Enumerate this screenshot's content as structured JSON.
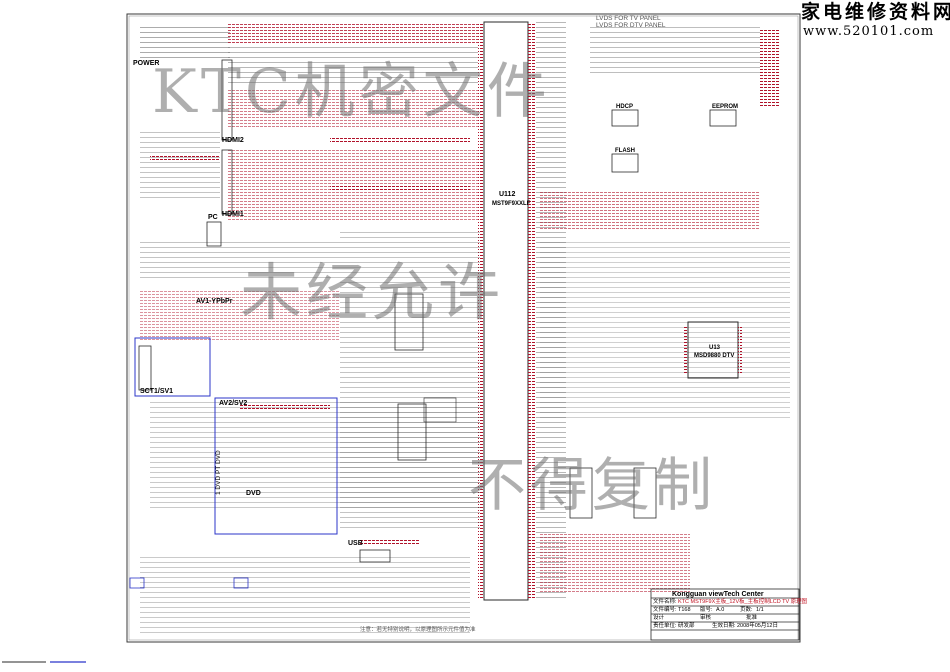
{
  "site": {
    "name_cn": "家电维修资料网",
    "url": "www.520101.com"
  },
  "watermarks": [
    "KTC机密文件",
    "未经允许",
    "不得复制"
  ],
  "blocks": {
    "power": "POWER",
    "hdmi2": "HDMI2",
    "hdmi1": "HDMI1",
    "pc": "PC",
    "av1": "AV1-YPbPr",
    "scart": "SCT1/SV1",
    "av2": "AV2/SV2",
    "dvd": "DVD",
    "usb": "USB",
    "dvd_side": "1 DVD PT DVD",
    "main_ic": "U112",
    "main_ic_part": "MST9F9XXLF",
    "soc": "U13",
    "soc_part": "MSD9880 DTV",
    "hdcp": "HDCP",
    "flash": "FLASH",
    "eeprom": "EEPROM",
    "lvds_note1": "LVDS FOR TV PANEL",
    "lvds_note2": "LVDS FOR DTV PANEL"
  },
  "title_block": {
    "company": "Kongguan viewTech Center",
    "row1_label": "文件名称:",
    "row1_value": "KTC  MST9F9X主板_12V板_主板控制LCD TV 原理图",
    "row2_label": "文件编号:",
    "row2_value": "T168",
    "row2b_label": "版号:",
    "row2b_value": "A.0",
    "row2c_label": "页数:",
    "row2c_value": "1/1",
    "row3_label": "设计",
    "row3b_label": "审核",
    "row3c_label": "批准",
    "row4_label": "责任单位:",
    "row4_value": "研发部",
    "row4b_label": "生效日期:",
    "row4b_value": "2008年05月12日"
  },
  "bottom_note": "注意：若无特别说明，以原理图所示元件值为准",
  "colors": {
    "wire": "#2a2a2a",
    "ref": "#d0101a",
    "net": "#b0122a",
    "frame": "#3a3a3a",
    "highlight": "#2b35c9"
  }
}
